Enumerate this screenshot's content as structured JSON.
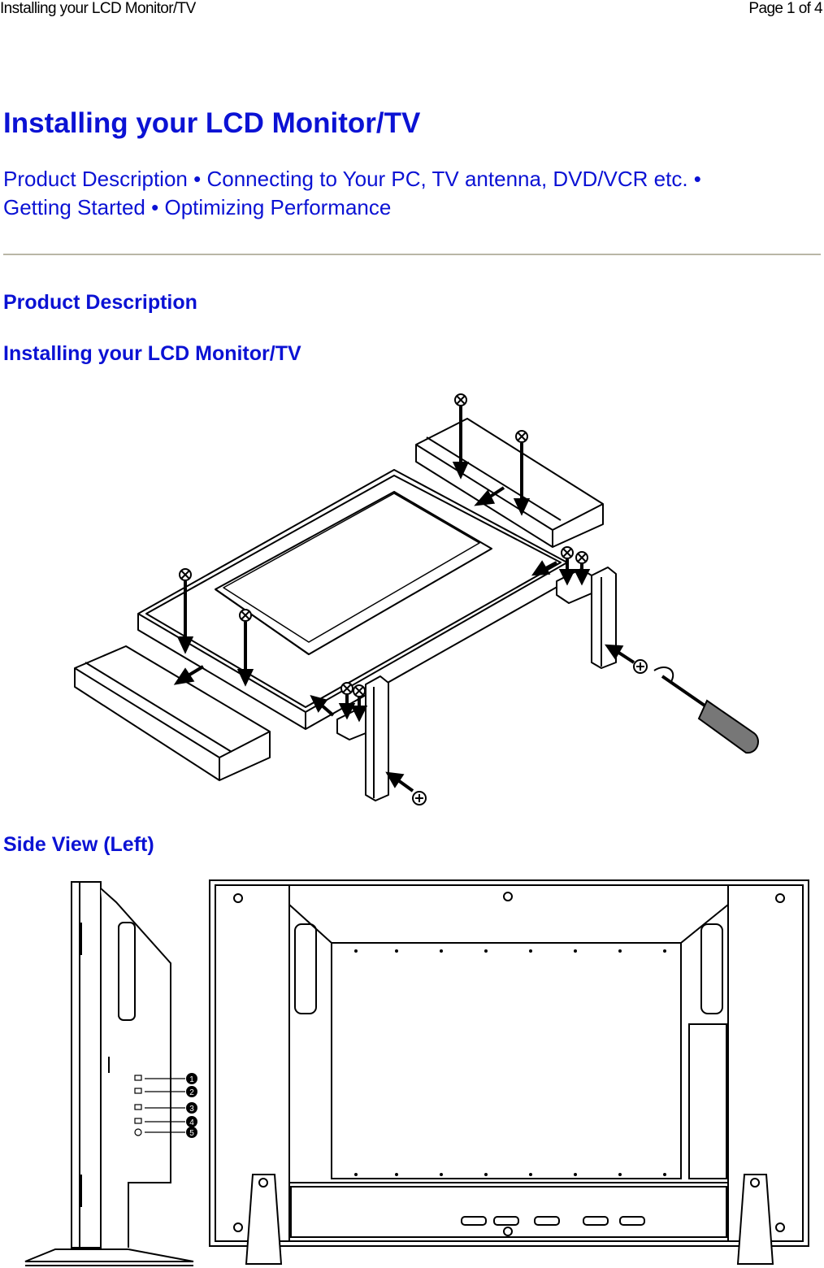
{
  "header": {
    "left": "Installing your LCD Monitor/TV",
    "right": "Page 1 of 4"
  },
  "title": "Installing your LCD Monitor/TV",
  "nav": {
    "links": [
      "Product Description",
      "Connecting to Your PC, TV antenna, DVD/VCR etc.",
      "Getting Started",
      "Optimizing Performance"
    ],
    "separator": "•"
  },
  "sections": {
    "product_description": "Product Description",
    "installing": "Installing your LCD Monitor/TV",
    "side_view": "Side View (Left)"
  },
  "figures": {
    "installation": {
      "icon_names": [
        "screw-icon",
        "arrow-icon",
        "screwdriver-icon",
        "stand-bracket-icon"
      ]
    },
    "side_view": {
      "callouts": [
        "1",
        "2",
        "3",
        "4",
        "5"
      ]
    }
  }
}
